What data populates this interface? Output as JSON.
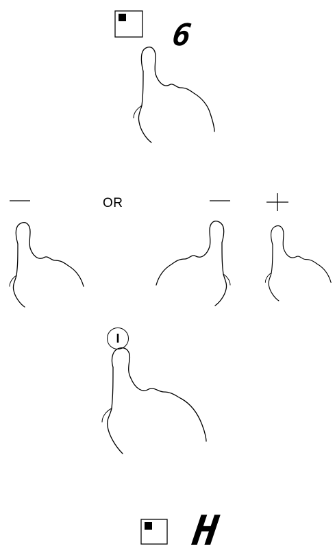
{
  "step1": {
    "display_digit": "6"
  },
  "step2": {
    "left_minus": "—",
    "or_label": "OR",
    "right_minus": "—",
    "right_plus": "+"
  },
  "step3": {
    "power_symbol": "I"
  },
  "step4": {
    "display_letter": "H"
  }
}
